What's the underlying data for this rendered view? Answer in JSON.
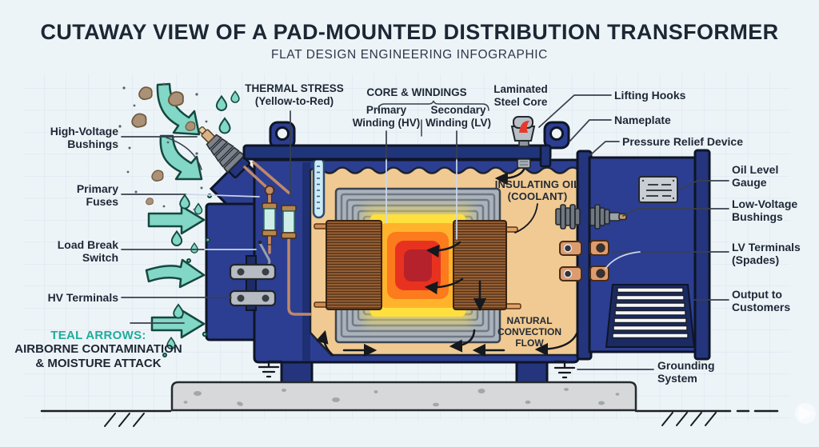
{
  "header": {
    "title": "CUTAWAY VIEW OF A PAD-MOUNTED DISTRIBUTION TRANSFORMER",
    "subtitle": "FLAT DESIGN ENGINEERING INFOGRAPHIC"
  },
  "callouts_left": {
    "hv_bushings": {
      "l1": "High-Voltage",
      "l2": "Bushings"
    },
    "primary_fuses": {
      "l1": "Primary",
      "l2": "Fuses"
    },
    "load_break_switch": {
      "l1": "Load Break",
      "l2": "Switch"
    },
    "hv_terminals": {
      "l1": "HV Terminals"
    },
    "legend": {
      "heading": "TEAL ARROWS:",
      "l1": "AIRBORNE CONTAMINATION",
      "l2": "& MOISTURE ATTACK"
    }
  },
  "callouts_top": {
    "thermal_stress": {
      "l1": "THERMAL STRESS",
      "l2": "(Yellow-to-Red)"
    },
    "core_windings": {
      "l1": "CORE & WINDINGS"
    },
    "primary_winding": {
      "l1": "Primary",
      "l2": "Winding (HV)"
    },
    "secondary_winding": {
      "l1": "Secondary",
      "l2": "Winding (LV)"
    },
    "laminated_core": {
      "l1": "Laminated",
      "l2": "Steel Core"
    }
  },
  "callouts_right": {
    "lifting_hooks": {
      "l1": "Lifting Hooks"
    },
    "nameplate": {
      "l1": "Nameplate"
    },
    "pressure_relief": {
      "l1": "Pressure Relief Device"
    },
    "oil_level_gauge": {
      "l1": "Oil Level",
      "l2": "Gauge"
    },
    "lv_bushings": {
      "l1": "Low-Voltage",
      "l2": "Bushings"
    },
    "lv_terminals": {
      "l1": "LV Terminals",
      "l2": "(Spades)"
    },
    "output_to_customers": {
      "l1": "Output to",
      "l2": "Customers"
    },
    "grounding_system": {
      "l1": "Grounding",
      "l2": "System"
    }
  },
  "annotations_inside": {
    "insulating_oil": {
      "l1": "INSULATING OIL",
      "l2": "(COOLANT)"
    },
    "natural_convection": {
      "l1": "NATURAL",
      "l2": "CONVECTION",
      "l3": "FLOW"
    }
  },
  "palette": {
    "tank_blue": "#2c3e92",
    "flange_blue": "#24357e",
    "lid_blue": "#203479",
    "oil_tan": "#f0ca92",
    "core_gray": "#aab2bc",
    "winding_copper": "#9c6336",
    "heat_yellow": "#ffe03e",
    "heat_orange": "#fb7b1d",
    "heat_red": "#e8321f",
    "heat_dark_red": "#b5222b",
    "teal_arrow": "#82d7c6",
    "concrete_gray": "#d6d8d9",
    "label_ink": "#1e2735"
  }
}
